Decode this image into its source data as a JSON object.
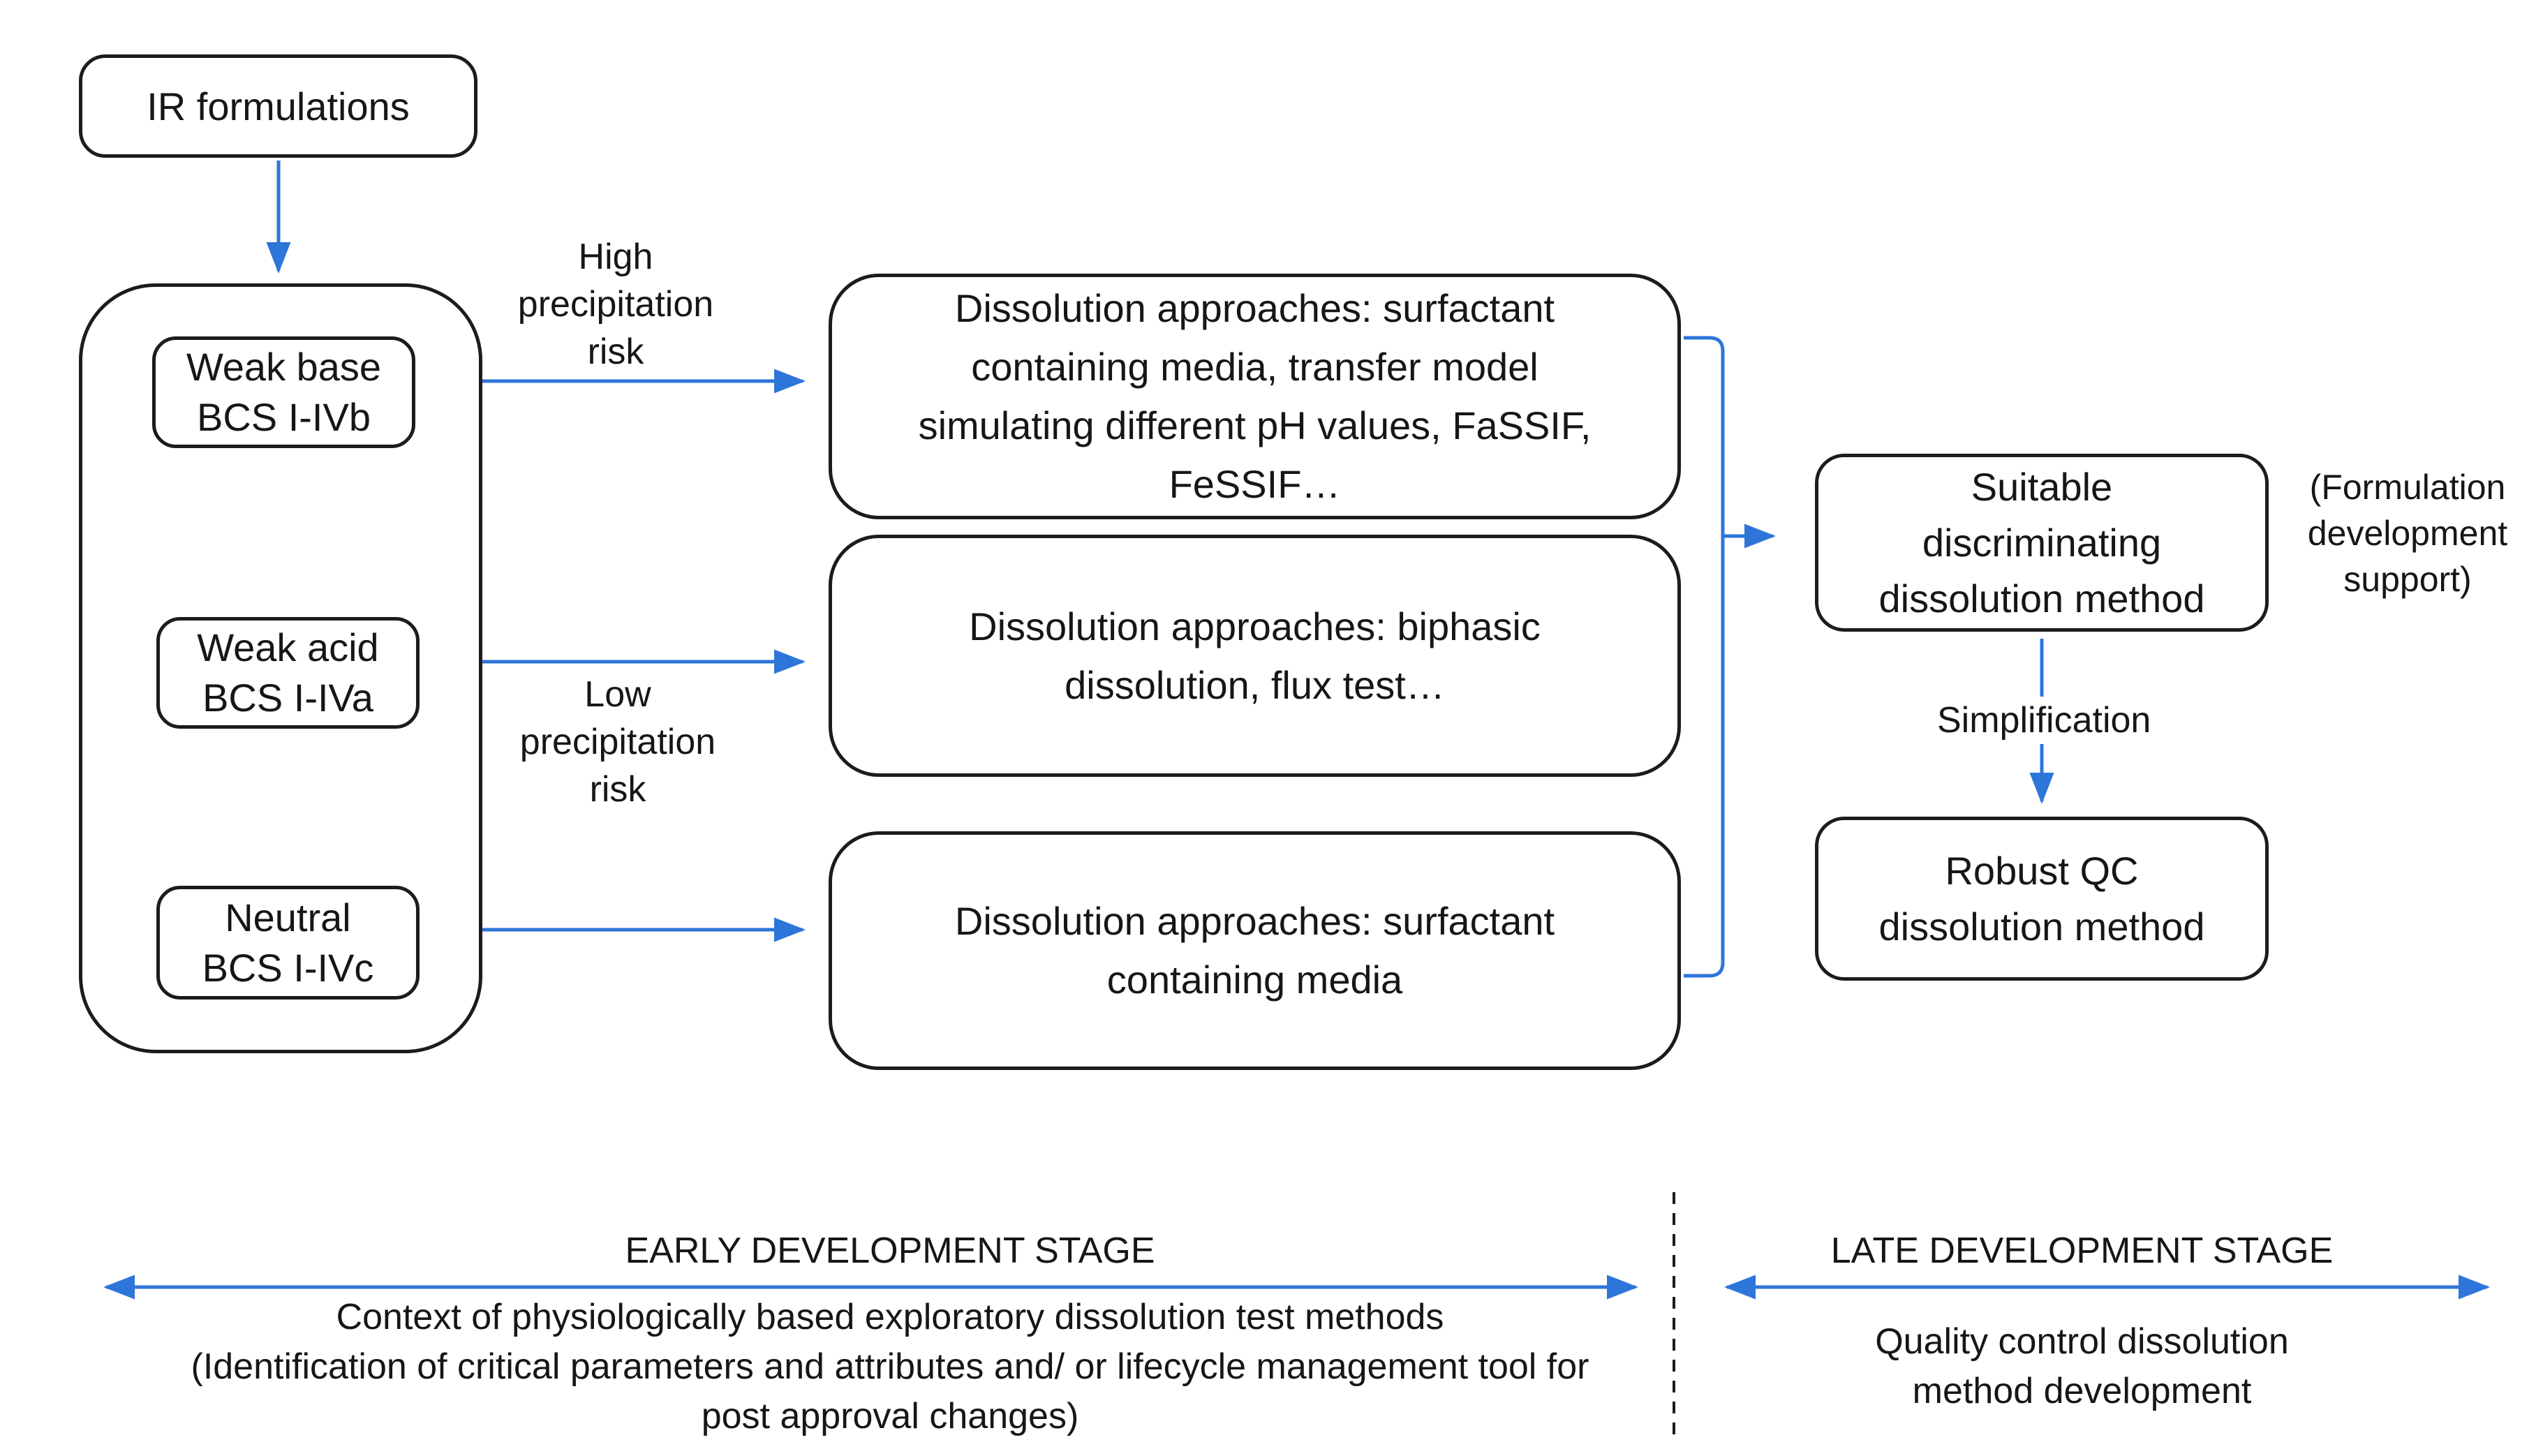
{
  "colors": {
    "arrow": "#2e75d9",
    "border": "#1c1c1c",
    "text": "#161616",
    "background": "#ffffff"
  },
  "nodes": {
    "ir_formulations": "IR formulations",
    "bcs_group": {
      "weak_base": "Weak base\nBCS I-IVb",
      "weak_acid": "Weak acid\nBCS I-IVa",
      "neutral": "Neutral\nBCS I-IVc"
    },
    "approach_high_risk": "Dissolution approaches: surfactant\ncontaining media, transfer model\nsimulating different pH values, FaSSIF,\nFeSSIF…",
    "approach_low_risk": "Dissolution approaches: biphasic\ndissolution, flux test…",
    "approach_neutral": "Dissolution approaches: surfactant\ncontaining media",
    "suitable_method": "Suitable\ndiscriminating\ndissolution method",
    "robust_method": "Robust QC\ndissolution method"
  },
  "labels": {
    "high_risk": "High\nprecipitation\nrisk",
    "low_risk": "Low\nprecipitation\nrisk",
    "formulation_support": "(Formulation\ndevelopment\nsupport)",
    "simplification": "Simplification"
  },
  "stages": {
    "early": {
      "title": "EARLY DEVELOPMENT STAGE",
      "description": "Context of physiologically based exploratory dissolution test methods\n(Identification of critical parameters and attributes and/ or lifecycle management tool for\npost approval changes)"
    },
    "late": {
      "title": "LATE DEVELOPMENT STAGE",
      "description": "Quality control dissolution\nmethod development"
    }
  }
}
